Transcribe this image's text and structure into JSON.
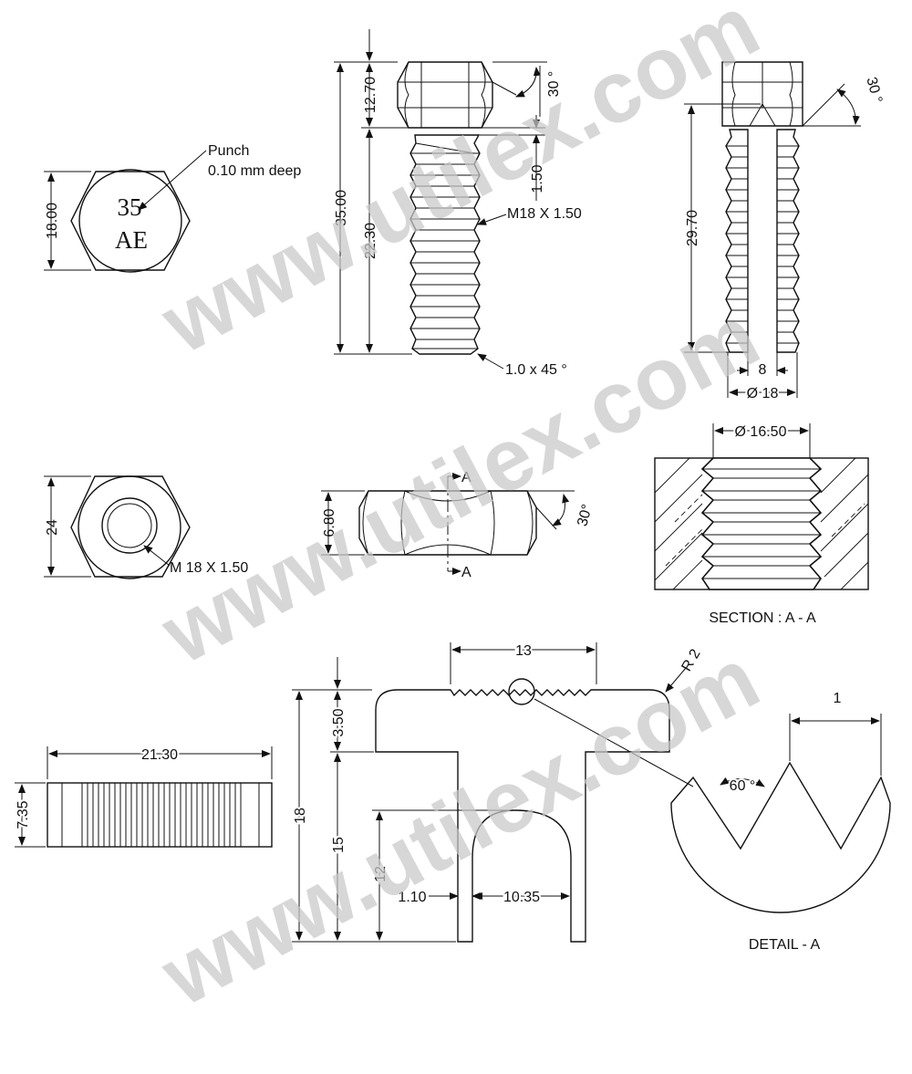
{
  "watermark": {
    "text": "www.utilex.com"
  },
  "hex_head_top": {
    "dim_across": "18.00",
    "punch_note_line1": "Punch",
    "punch_note_line2": "0.10 mm deep",
    "mark_line1": "35",
    "mark_line2": "AE"
  },
  "bolt_side": {
    "dim_head": "12.70",
    "dim_total": "35.00",
    "dim_thread": "22.30",
    "dim_pitch_gap": "1.50",
    "angle": "30 °",
    "thread_callout": "M18 X 1.50",
    "chamfer_callout": "1.0 x 45 °"
  },
  "bolt_section": {
    "angle": "30 °",
    "dim_length": "29.70",
    "dim_bore": "8",
    "dim_dia": "Ø 18"
  },
  "nut_top": {
    "dim_across": "24",
    "thread_callout": "M 18 X 1.50"
  },
  "nut_side": {
    "dim_height": "6.80",
    "angle": "30°",
    "section_mark": "A"
  },
  "section_aa": {
    "dim_dia": "Ø 16.50",
    "label": "SECTION : A - A"
  },
  "knurl_bar": {
    "dim_length": "21.30",
    "dim_height": "7.35"
  },
  "clip": {
    "dim_top": "13",
    "dim_radius": "R 2",
    "dim_total": "18",
    "dim_flange": "3.50",
    "dim_leg": "15",
    "dim_inner": "12",
    "dim_wall": "1.10",
    "dim_gap": "10.35"
  },
  "detail_a": {
    "dim_pitch": "1",
    "angle": "60 °",
    "label": "DETAIL - A"
  }
}
